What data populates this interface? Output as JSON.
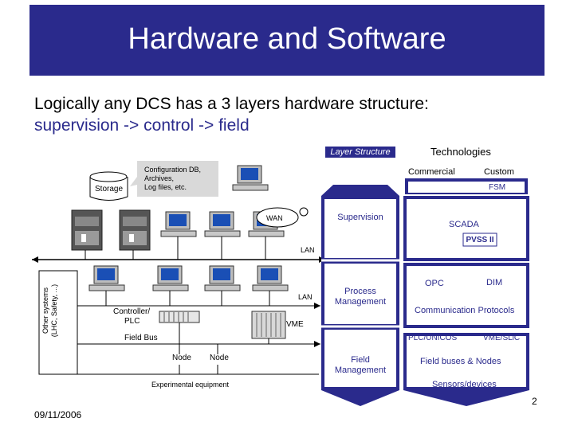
{
  "slide": {
    "title": "Hardware and Software",
    "subtitle_line1": "Logically any DCS has a 3 layers hardware structure:",
    "subtitle_line2": "supervision -> control -> field",
    "date": "09/11/2006",
    "page_number": "2"
  },
  "left_diagram": {
    "storage_label": "Storage",
    "callout_text": [
      "Configuration DB,",
      "Archives,",
      "Log files, etc."
    ],
    "wan_label": "WAN",
    "lan_top_label": "LAN",
    "lan_mid_label": "LAN",
    "other_systems": [
      "Other systems",
      "(LHC, Safety, ...)"
    ],
    "controller_label": [
      "Controller/",
      "PLC"
    ],
    "vme_label": "VME",
    "field_bus_label": "Field Bus",
    "node1_label": "Node",
    "node2_label": "Node",
    "experimental_label": "Experimental equipment"
  },
  "layer_structure": {
    "header": "Layer Structure",
    "supervision": "Supervision",
    "process_management": [
      "Process",
      "Management"
    ],
    "field_management": [
      "Field",
      "Management"
    ]
  },
  "technologies": {
    "header": "Technologies",
    "commercial": "Commercial",
    "custom": "Custom",
    "fsm": "FSM",
    "scada": "SCADA",
    "pvss_logo": "PVSS II",
    "opc": "OPC",
    "dim": "DIM",
    "communication_protocols": "Communication Protocols",
    "plc_unicos": "PLC/UNICOS",
    "vme_slic": "VME/SLiC",
    "field_buses": "Field buses & Nodes",
    "sensors": "Sensors/devices"
  },
  "colors": {
    "title_bar": "#2a2a8c",
    "subtitle_line2": "#2a2a8c",
    "callout_bg": "#d9d9d9"
  }
}
